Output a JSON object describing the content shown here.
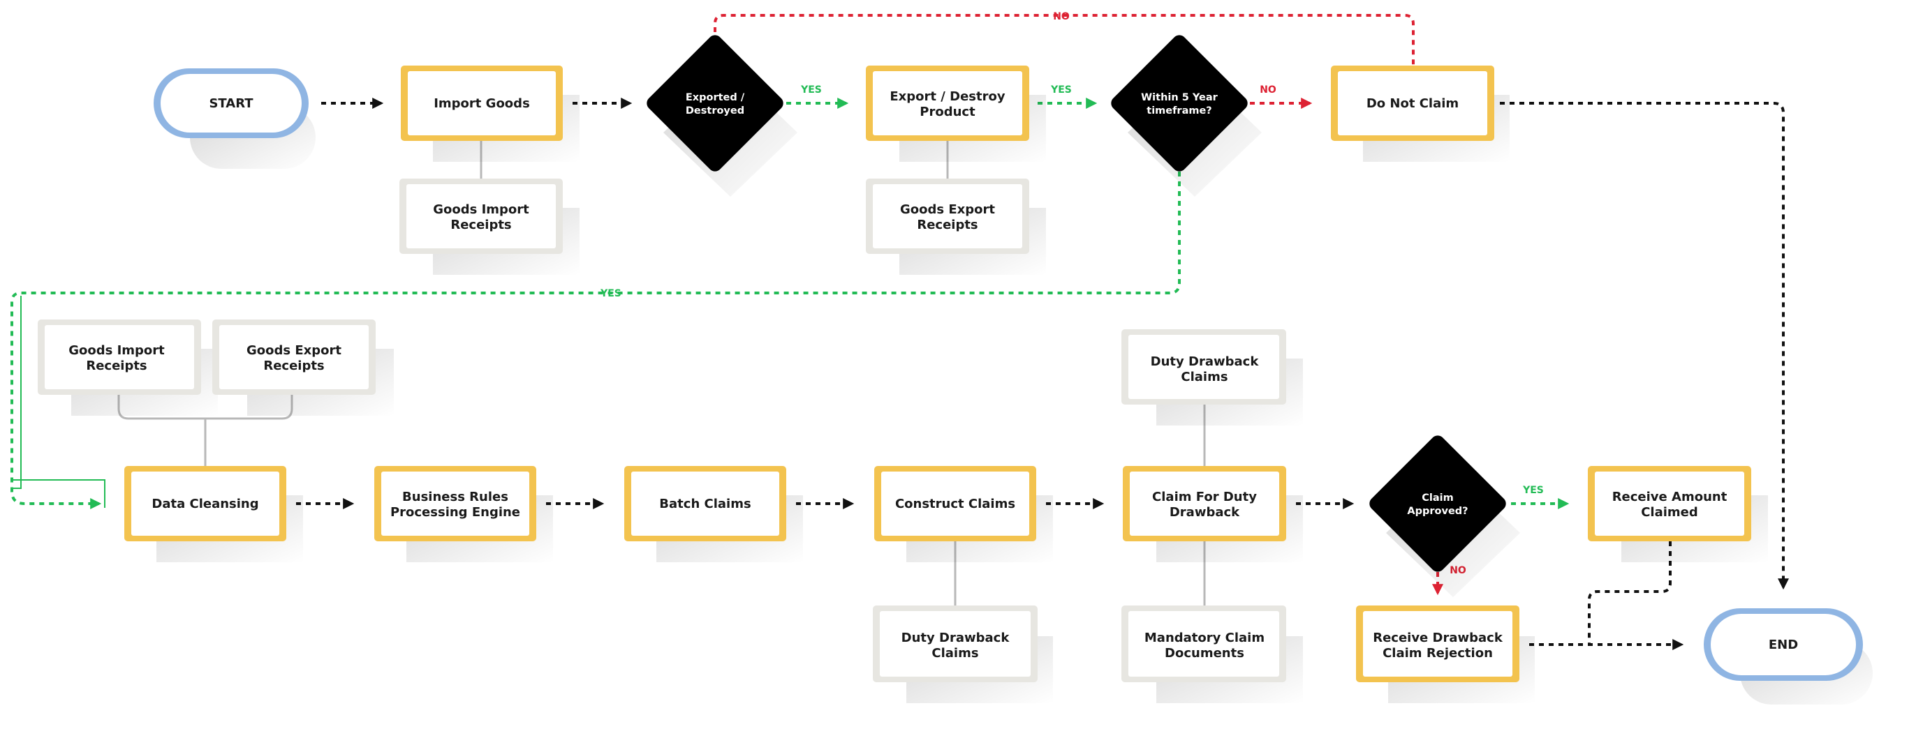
{
  "colors": {
    "process_border": "#f3c34f",
    "document_border": "#e7e6e1",
    "terminal_border": "#8fb5e3",
    "decision_fill": "#000000",
    "flow_default": "#111111",
    "flow_yes": "#22bb55",
    "flow_no": "#dd2233",
    "connector": "#b8b8b8"
  },
  "terminals": {
    "start": "START",
    "end": "END"
  },
  "processes": {
    "import_goods": "Import Goods",
    "export_destroy": [
      "Export / Destroy",
      "Product"
    ],
    "do_not_claim": "Do Not Claim",
    "data_cleansing": "Data Cleansing",
    "business_rules": [
      "Business Rules",
      "Processing Engine"
    ],
    "batch_claims": "Batch Claims",
    "construct_claims": "Construct Claims",
    "claim_for_duty": [
      "Claim For Duty",
      "Drawback"
    ],
    "receive_amount": [
      "Receive Amount",
      "Claimed"
    ],
    "receive_rejection": [
      "Receive Drawback",
      "Claim Rejection"
    ]
  },
  "documents": {
    "import_receipts_top": [
      "Goods Import",
      "Receipts"
    ],
    "export_receipts_top": [
      "Goods Export",
      "Receipts"
    ],
    "import_receipts_bottom": [
      "Goods Import",
      "Receipts"
    ],
    "export_receipts_bottom": [
      "Goods Export",
      "Receipts"
    ],
    "duty_drawback_claims_top": [
      "Duty Drawback",
      "Claims"
    ],
    "duty_drawback_claims_bottom": [
      "Duty Drawback",
      "Claims"
    ],
    "mandatory_claim_docs": [
      "Mandatory Claim",
      "Documents"
    ]
  },
  "decisions": {
    "exported_destroyed": [
      "Exported /",
      "Destroyed"
    ],
    "within_5_year": [
      "Within 5 Year",
      "timeframe?"
    ],
    "claim_approved": [
      "Claim",
      "Approved?"
    ]
  },
  "edge_labels": {
    "yes": "YES",
    "no": "NO"
  }
}
